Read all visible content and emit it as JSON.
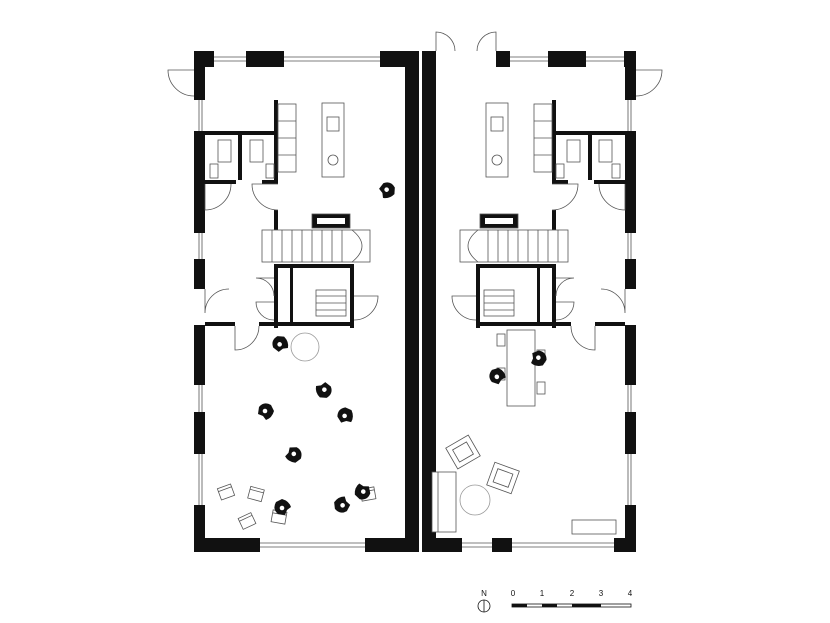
{
  "colors": {
    "wall": "#111111",
    "thin_line": "#555555",
    "light_line": "#aaaaaa",
    "background": "#ffffff"
  },
  "north_arrow": {
    "label": "N",
    "icon": "north-arrow-icon"
  },
  "scale_bar": {
    "ticks": [
      "0",
      "1",
      "2",
      "3",
      "4"
    ]
  }
}
